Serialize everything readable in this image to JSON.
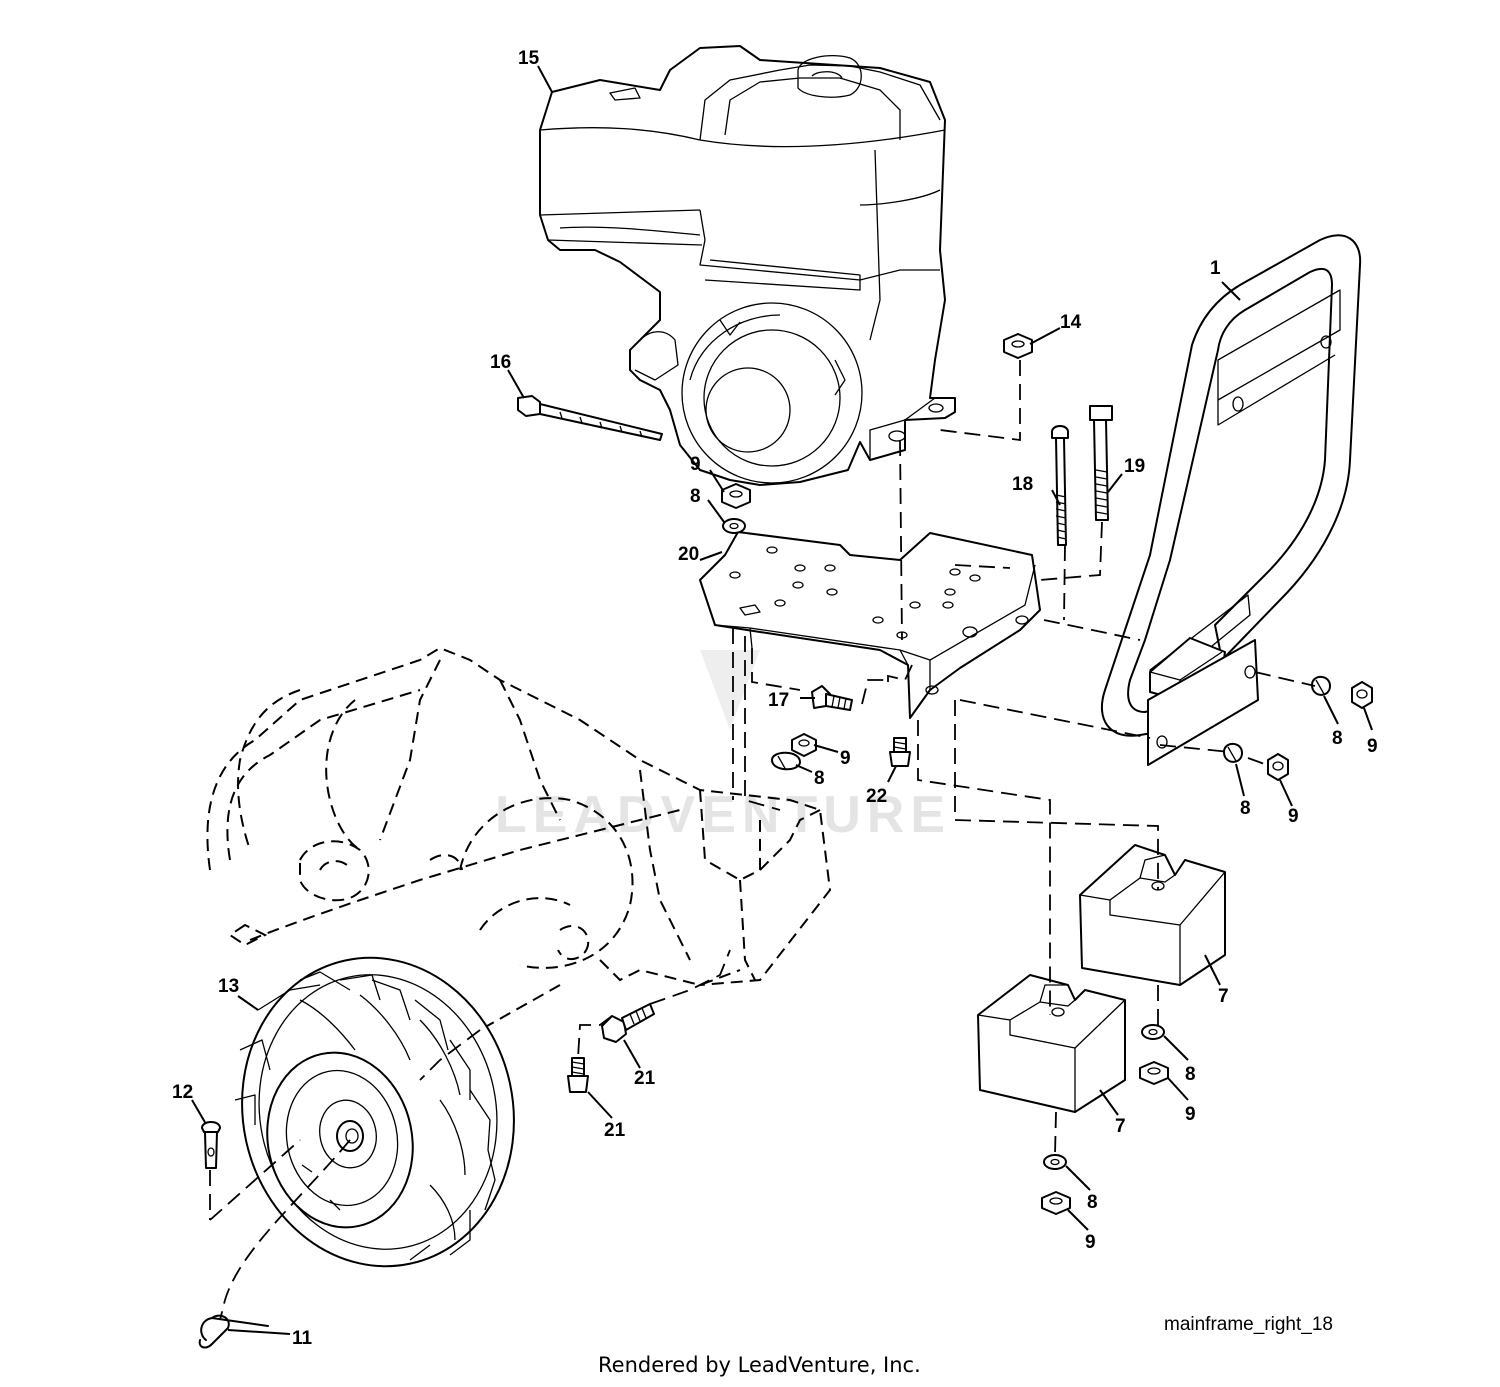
{
  "callouts": {
    "c1": "1",
    "c7a": "7",
    "c7b": "7",
    "c8a": "8",
    "c8b": "8",
    "c8c": "8",
    "c8d": "8",
    "c8e": "8",
    "c8f": "8",
    "c9a": "9",
    "c9b": "9",
    "c9c": "9",
    "c9d": "9",
    "c9e": "9",
    "c9f": "9",
    "c11": "11",
    "c12": "12",
    "c13": "13",
    "c14": "14",
    "c15": "15",
    "c16": "16",
    "c17": "17",
    "c18": "18",
    "c19": "19",
    "c20": "20",
    "c21a": "21",
    "c21b": "21",
    "c22": "22"
  },
  "diagram_id": "mainframe_right_18",
  "footer": "Rendered by LeadVenture, Inc.",
  "watermark": "LEADVENTURE"
}
